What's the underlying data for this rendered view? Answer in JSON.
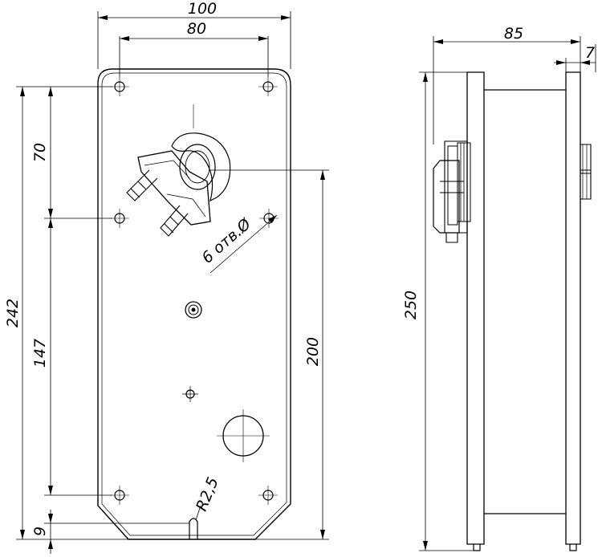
{
  "dimensions": {
    "overall_width": "100",
    "hole_spacing_width": "80",
    "side_depth": "85",
    "side_flange": "7",
    "overall_height": "242",
    "top_to_upper_holes": "70",
    "upper_to_lower_holes": "147",
    "bottom_offset": "9",
    "mid_height": "200",
    "side_height": "250",
    "slot_radius": "R2,5",
    "holes_note": "6 отв.Ø"
  }
}
